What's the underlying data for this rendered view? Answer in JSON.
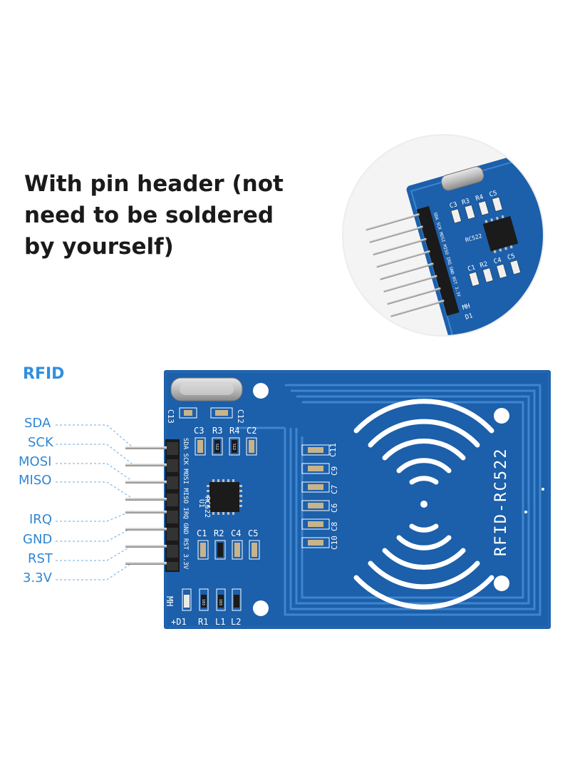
{
  "headline": {
    "lines": [
      "With pin header (not",
      "need to be soldered",
      "by yourself)"
    ]
  },
  "section_title": "RFID",
  "pins": [
    "SDA",
    "SCK",
    "MOSI",
    "MISO",
    "IRQ",
    "GND",
    "RST",
    "3.3V"
  ],
  "board": {
    "model": "RFID-RC522",
    "chip": "RC522",
    "chip_ref": "U1",
    "header_silk": "SDA SCK MOSI MISO IRQ GND RST 3.3V",
    "top_caps": [
      "C3",
      "R3",
      "R4",
      "C2"
    ],
    "mid_caps": [
      "C1",
      "R2",
      "C4",
      "C5"
    ],
    "bottom_parts": [
      "+D1",
      "R1",
      "L1",
      "L2"
    ],
    "corner_labels": [
      "C13",
      "C12",
      "MH"
    ],
    "cap_column": [
      "C11",
      "C9",
      "C7",
      "C6",
      "C8",
      "C10"
    ],
    "inset_labels": [
      "C3",
      "R3",
      "R4",
      "C5",
      "RC522",
      "C1",
      "R2",
      "C4",
      "C5",
      "MH",
      "D1"
    ],
    "resistor_codes": [
      "512",
      "512",
      "103",
      "103"
    ]
  },
  "colors": {
    "pcb": "#1c5faa",
    "pcb_trace": "#3d86cf",
    "accent_text": "#2f8fe0",
    "headline": "#1a1a1a"
  }
}
